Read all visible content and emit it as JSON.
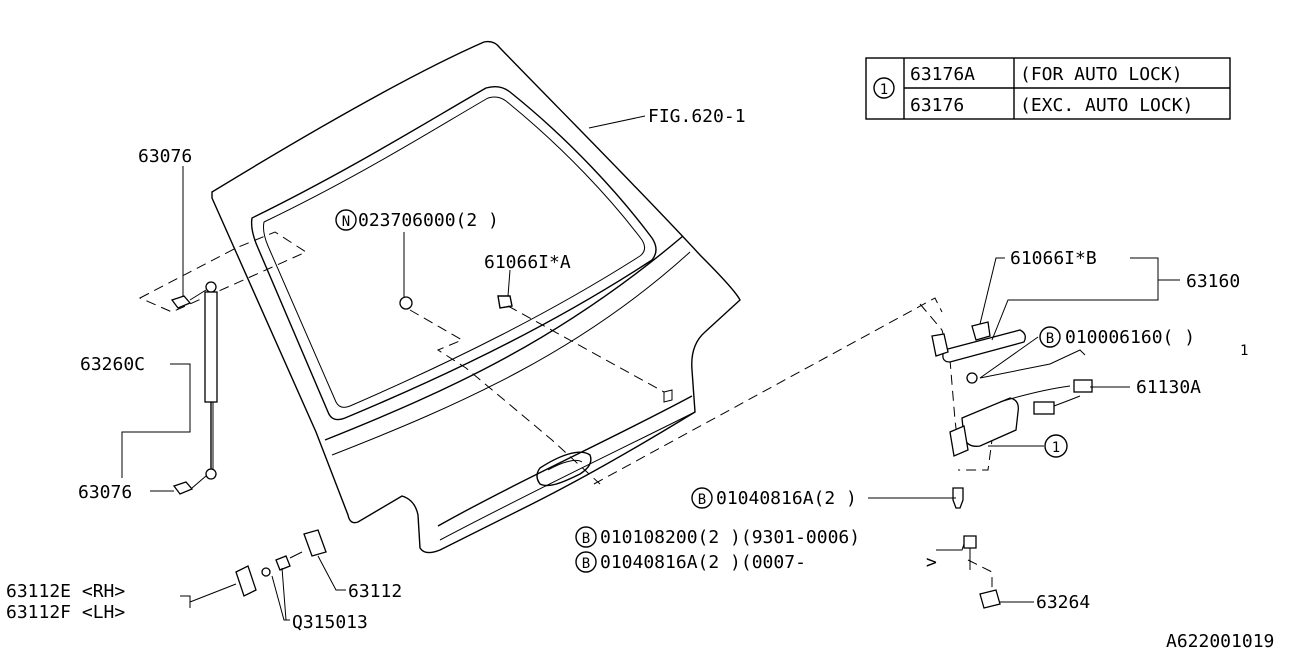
{
  "diagram_id": "A622001019",
  "table": {
    "circle_ref": "1",
    "rows": [
      {
        "part": "63176A",
        "note": "(FOR AUTO LOCK)"
      },
      {
        "part": "63176",
        "note": "(EXC. AUTO LOCK)"
      }
    ]
  },
  "labels": {
    "fig_ref": "FIG.620-1",
    "nut_circle": "N",
    "nut_part": "023706000(2 )",
    "clip_a": "61066I*A",
    "clip_b": "61066I*B",
    "handle_assy": "63160",
    "bolt_circle_1": "B",
    "bolt_1": "010006160(   )",
    "bolt_1_sub": "1",
    "lock_actuator": "61130A",
    "lock_ref": "1",
    "bolt_circle_2": "B",
    "bolt_2": "01040816A(2 )",
    "bolt_circle_3": "B",
    "bolt_3": "010108200(2 )(9301-0006)",
    "bolt_circle_4": "B",
    "bolt_4": "01040816A(2 )(0007-",
    "bolt_4_end": ">",
    "striker": "63264",
    "stay_end_top": "63076",
    "gas_stay": "63260C",
    "stay_end_bottom": "63076",
    "hinge_bracket": "63112",
    "hinge_rh": "63112E <RH>",
    "hinge_lh": "63112F <LH>",
    "hinge_bolt": "Q315013"
  }
}
